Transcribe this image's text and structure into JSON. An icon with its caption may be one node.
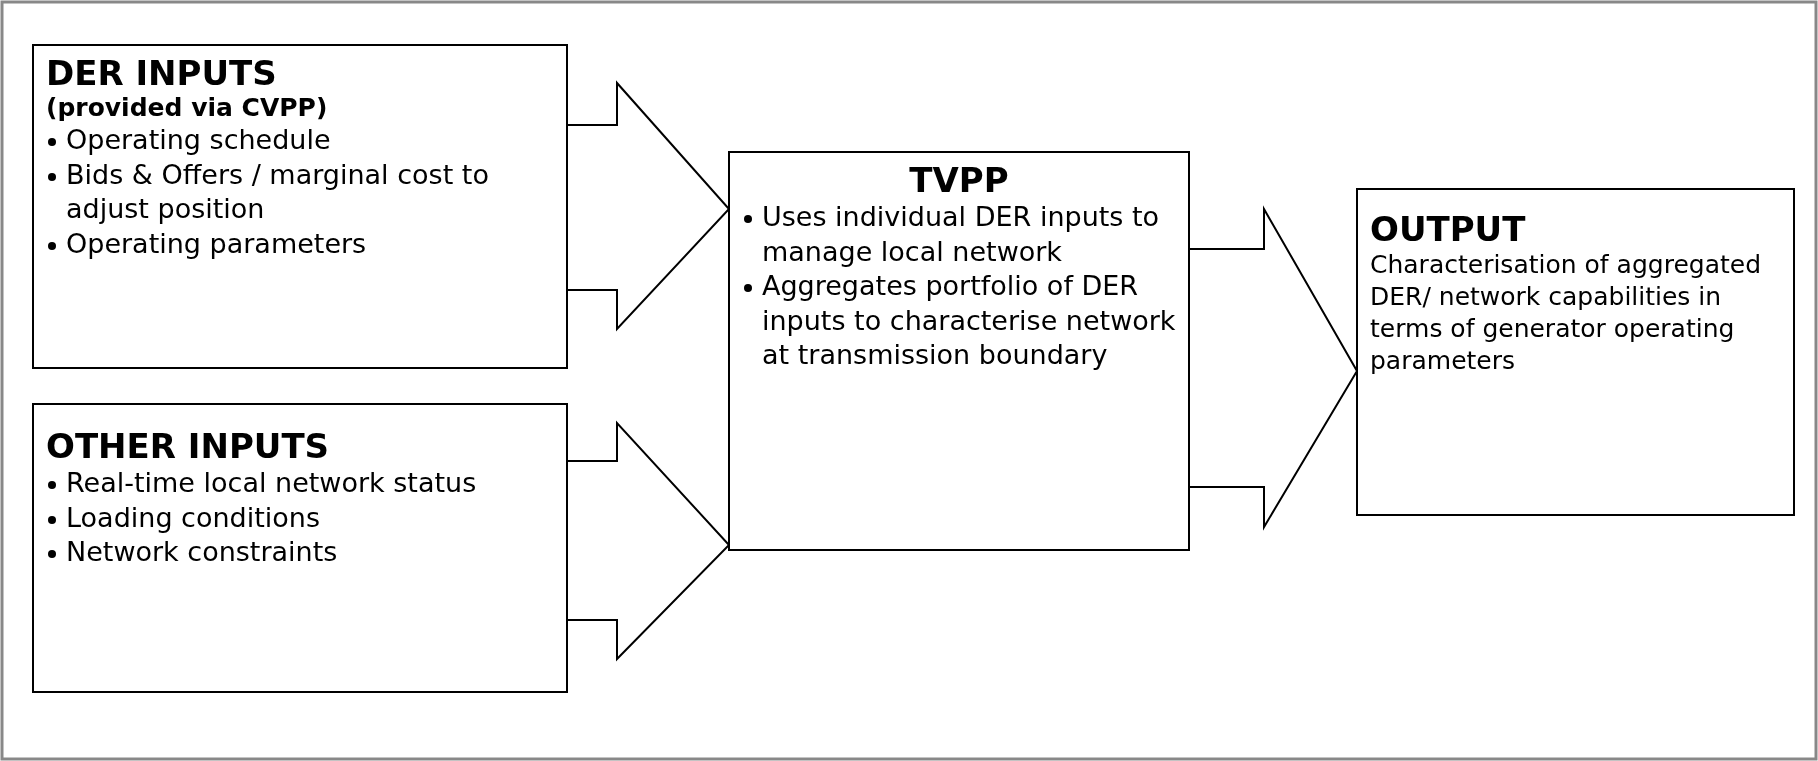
{
  "diagram": {
    "nodes": [
      {
        "text": [
          "DER INPUTS",
          "(provided via CVPP)",
          "Operating schedule",
          "Bids & Offers / marginal cost to adjust position",
          "Operating parameters"
        ]
      },
      {
        "text": [
          "OTHER INPUTS",
          "Real-time local network status",
          "Loading conditions",
          "Network constraints"
        ]
      },
      {
        "text": [
          "TVPP",
          "Uses individual DER inputs to manage local network",
          "Aggregates portfolio of DER inputs to characterise network at transmission boundary"
        ]
      },
      {
        "text": [
          "OUTPUT",
          "Characterisation of aggregated DER/ network capabilities in terms of generator operating parameters"
        ]
      }
    ],
    "edges": [
      {
        "from": 0,
        "to": 2,
        "arrow": "to"
      },
      {
        "from": 1,
        "to": 2,
        "arrow": "to"
      },
      {
        "from": 2,
        "to": 3,
        "arrow": "to"
      }
    ]
  }
}
